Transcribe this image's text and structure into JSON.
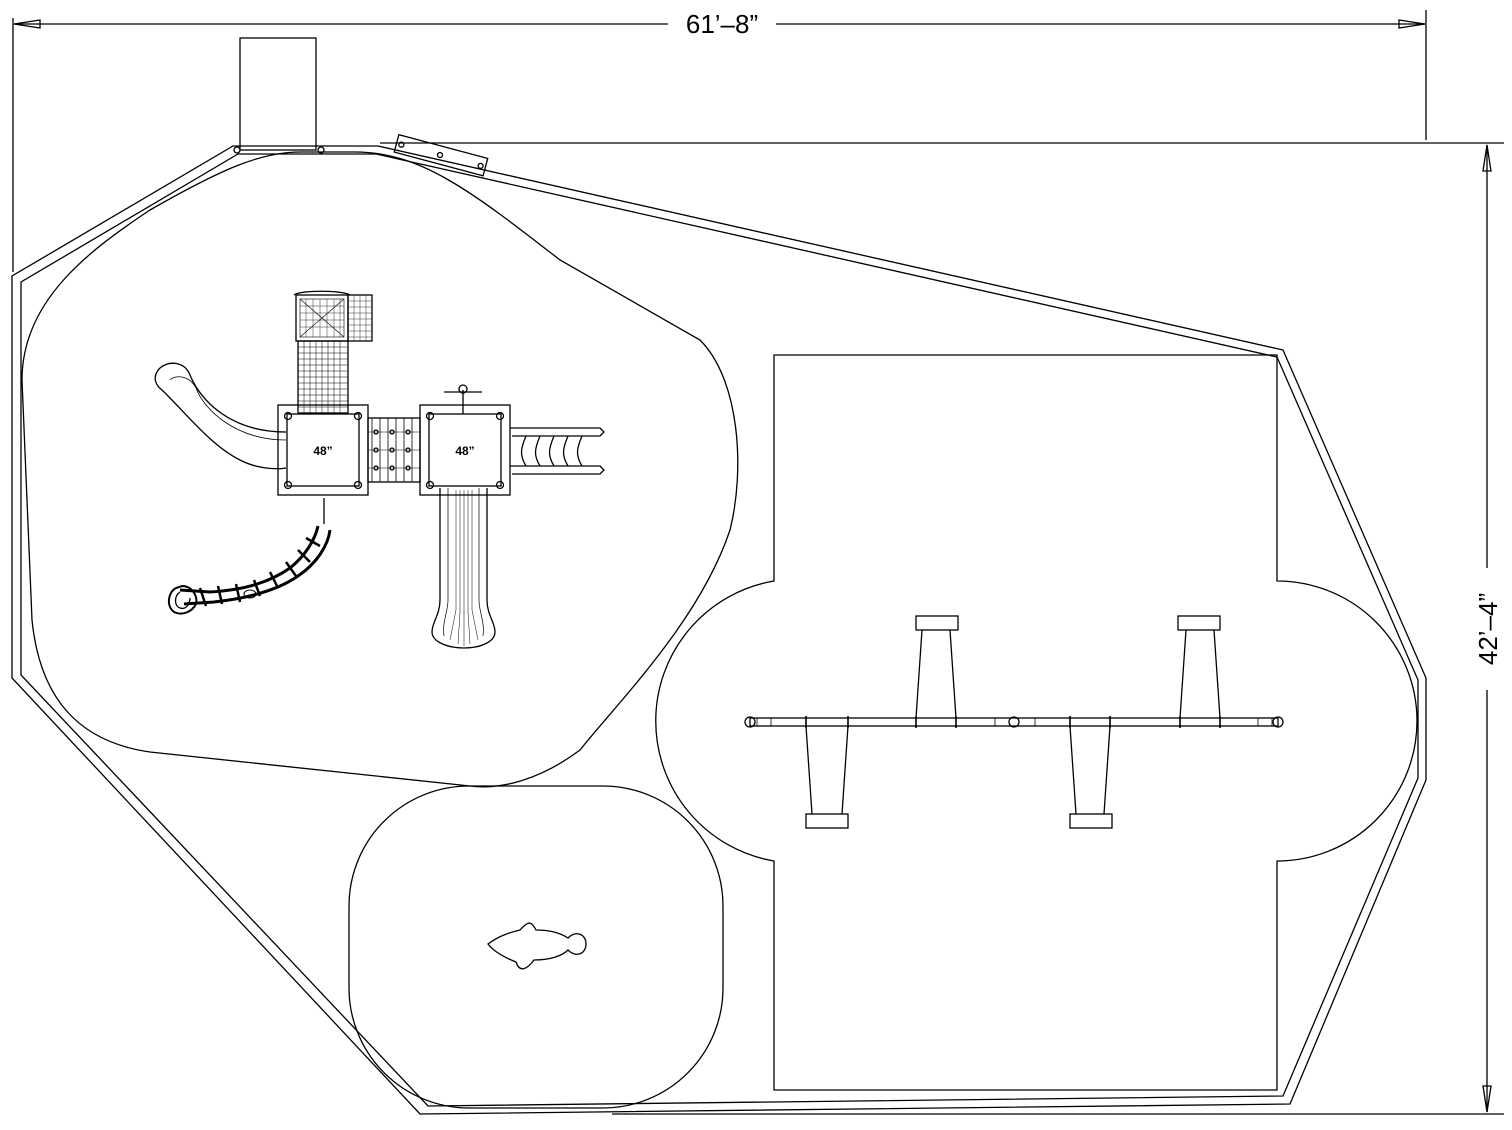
{
  "dimensions": {
    "width_label": "61’–8”",
    "height_label": "42’–4”"
  },
  "decks": [
    {
      "label": "48”"
    },
    {
      "label": "48”"
    }
  ],
  "colors": {
    "line": "#000000",
    "background": "#ffffff"
  }
}
